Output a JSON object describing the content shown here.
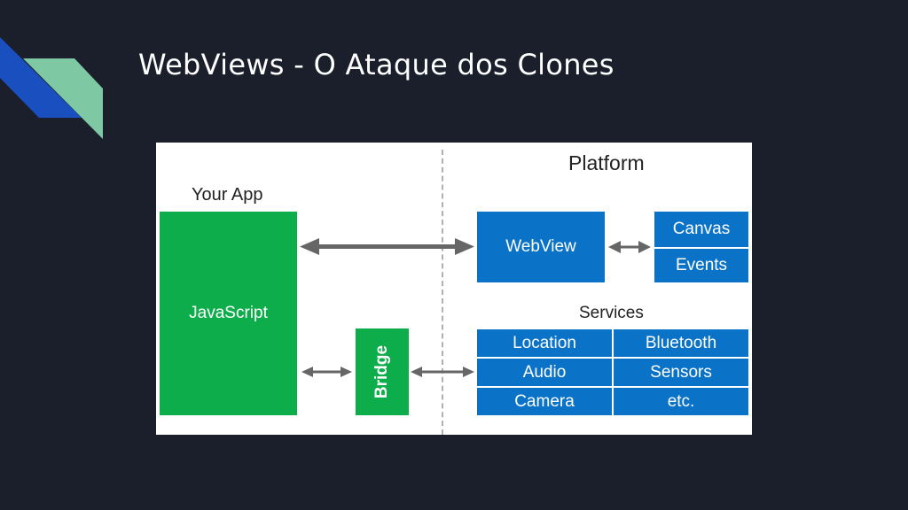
{
  "slide": {
    "title": "WebViews - O Ataque dos Clones",
    "accent_colors": [
      "#1a4fbf",
      "#7ec8a4"
    ]
  },
  "diagram": {
    "your_app_label": "Your App",
    "platform_label": "Platform",
    "javascript_label": "JavaScript",
    "bridge_label": "Bridge",
    "webview_label": "WebView",
    "canvas_label": "Canvas",
    "events_label": "Events",
    "services_label": "Services",
    "services": [
      [
        "Location",
        "Bluetooth"
      ],
      [
        "Audio",
        "Sensors"
      ],
      [
        "Camera",
        "etc."
      ]
    ],
    "colors": {
      "green": "#0ead4b",
      "blue": "#0a73c8",
      "arrow": "#666666"
    }
  }
}
